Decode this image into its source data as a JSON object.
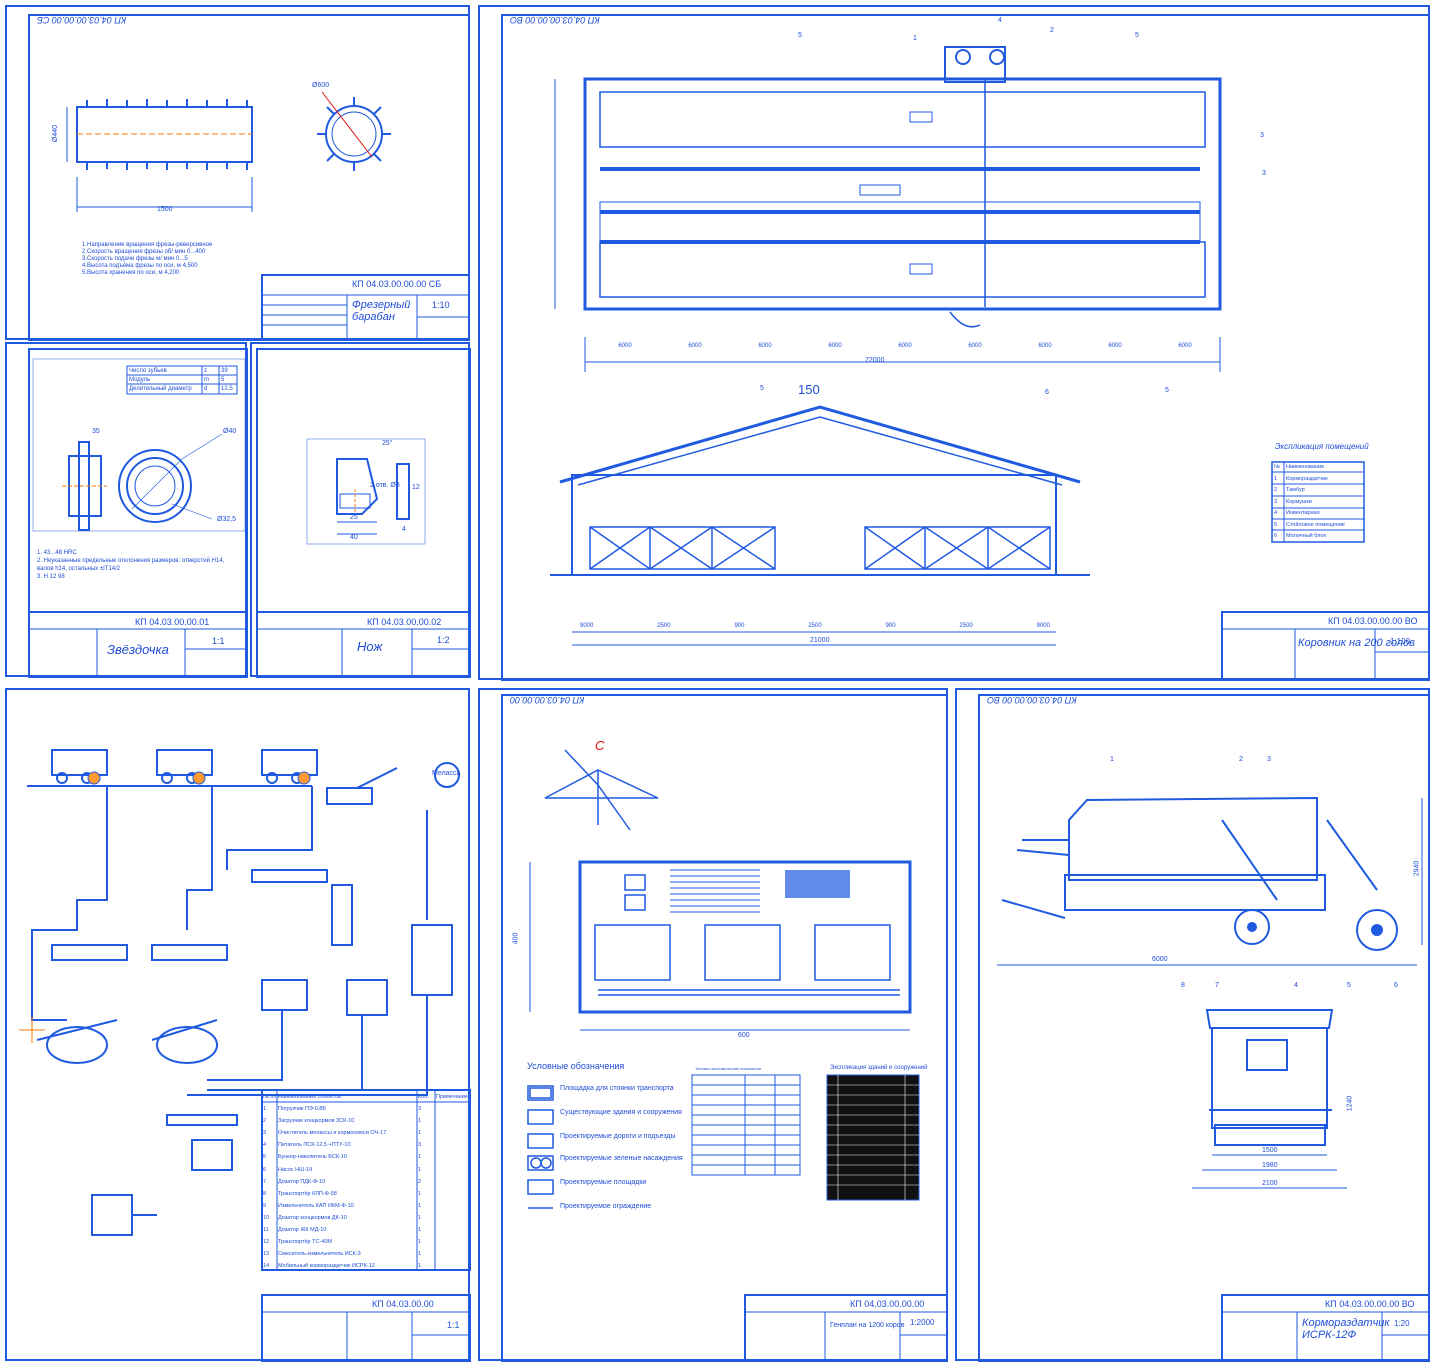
{
  "sheets": {
    "baraban": {
      "stamp": "КП 04.03.00.00.00 СБ",
      "title": "Фрезерный барабан",
      "scale": "1:10",
      "code": "КП 04.03.00.00.00 СБ",
      "dims": {
        "length": "1500",
        "diameter": "Ø600",
        "height": "Ø440"
      },
      "notes": [
        "1.Направление вращения фрезы-реверсивное",
        "2.Скорость вращения фрезы об/ мин  0...400",
        "3.Скорость подачи фрезы м/ мин      0...5",
        "4.Высота подъёма фрезы по оси, м   4,500",
        "5.Высота хранения по оси, м        4,200"
      ]
    },
    "zvezdochka": {
      "stamp": "КП 04.03.00.00.01",
      "title": "Звёздочка",
      "scale": "1:1",
      "table": [
        [
          "Число зубьев",
          "z",
          "39"
        ],
        [
          "Модуль",
          "m",
          "5"
        ],
        [
          "Делительный диаметр",
          "d",
          "12,5"
        ]
      ],
      "dims": {
        "d1": "Ø40",
        "d2": "Ø32,5",
        "w": "35"
      },
      "notes": [
        "1. 43...48 HRC",
        "2. Неуказанные предельные отклонения размеров: отверстий H14,",
        "   валов h14, остальных ±IT14/2",
        "3. Н 12 98"
      ]
    },
    "nozh": {
      "stamp": "КП 04.03.00.00.02",
      "title": "Нож",
      "scale": "1:2",
      "dims": {
        "a": "40",
        "b": "25",
        "angle": "25°",
        "h": "12",
        "t": "4",
        "hole": "2 отв. Ø8"
      }
    },
    "korovnik": {
      "stamp": "КП 04.03.00.00.00 ВО",
      "title": "Коровник на 200 голов",
      "scale": "1:100",
      "section_label": "150",
      "total_length": "72000",
      "bays": [
        "6000",
        "6000",
        "6000",
        "6000",
        "6000",
        "6000",
        "6000",
        "6000",
        "6000"
      ],
      "section_dims": [
        "9000",
        "2500",
        "900",
        "2500",
        "900",
        "2500",
        "9000"
      ],
      "total_width": "21000",
      "callouts": [
        "1",
        "2",
        "3",
        "3",
        "4",
        "5",
        "5",
        "5",
        "5",
        "6"
      ],
      "expl_title": "Экспликация помещений",
      "expl_rows": [
        [
          "№",
          "Наименование"
        ],
        [
          "1",
          "Кормораздатчик"
        ],
        [
          "2",
          "Тамбур"
        ],
        [
          "3",
          "Кормушки"
        ],
        [
          "4",
          "Инвентарная"
        ],
        [
          "5",
          "Стойловое помещение"
        ],
        [
          "6",
          "Молочный блок"
        ]
      ]
    },
    "skhema": {
      "stamp": "КП 04.03.00.00",
      "scale": "1:1",
      "milk_label": "Мелассa",
      "table_header": [
        "№ п/п",
        "Наименование объектов",
        "Кол.",
        "Примечание"
      ],
      "table_rows": [
        [
          "1",
          "Погрузчик ПЭ-0,8Б",
          "3",
          ""
        ],
        [
          "2",
          "Загрузчик концкормов ЗСК-10",
          "1",
          ""
        ],
        [
          "3",
          "Очиститель мелассы и кормосмеси ОЧ-17",
          "1",
          ""
        ],
        [
          "4",
          "Питатель ПСК-12,5 +ПТУ-10",
          "3",
          ""
        ],
        [
          "5",
          "Бункер-накопитель БСК-10",
          "1",
          ""
        ],
        [
          "6",
          "Насос НШ-19",
          "1",
          ""
        ],
        [
          "7",
          "Дозатор ПДК-Ф-10",
          "2",
          ""
        ],
        [
          "8",
          "Транспортёр КЛП-Ф-58",
          "1",
          ""
        ],
        [
          "9",
          "Измельчитель КАП ИКМ-Ф-10",
          "1",
          ""
        ],
        [
          "10",
          "Дозатор концкормов ДК-10",
          "1",
          ""
        ],
        [
          "11",
          "Дозатор ЖК МД-10",
          "1",
          ""
        ],
        [
          "12",
          "Транспортёр ТС-40М",
          "1",
          ""
        ],
        [
          "13",
          "Смеситель-измельчитель ИСК-3",
          "1",
          ""
        ],
        [
          "14",
          "Мобильный кормораздатчик ИСРК-12",
          "1",
          ""
        ]
      ]
    },
    "genplan": {
      "stamp": "КП 04.03.00.00.00",
      "title": "Генплан на 1200 коров",
      "scale": "1:2000",
      "compass": "С",
      "width_dim": "600",
      "height_dim": "400",
      "legend_title": "Условные обозначения",
      "legend": [
        "Площадка для стоянки транспорта",
        "Существующие здания и сооружения",
        "Проектируемые дороги и подъезды",
        "Проектируемые зеленые насаждения",
        "Проектируемые площадки",
        "Проектируемое ограждение"
      ],
      "table1_title": "Технико-экономические показатели",
      "table2_title": "Экспликация зданий и сооружений"
    },
    "razdatchik": {
      "stamp": "КП 04.03.00.00.00 ВО",
      "title": "Кормораздатчик ИСРК-12Ф",
      "scale": "1:20",
      "code": "КП 04.03.00.00.00 ВО",
      "dims": {
        "length": "6000",
        "height": "2940",
        "w1": "1500",
        "w2": "1980",
        "w3": "2100",
        "h2": "1240"
      },
      "callouts": [
        "1",
        "2",
        "3",
        "4",
        "5",
        "6",
        "7",
        "8"
      ]
    }
  },
  "colors": {
    "line": "#1f5ae0",
    "accent": "#e01010",
    "center": "#ff7a00"
  }
}
